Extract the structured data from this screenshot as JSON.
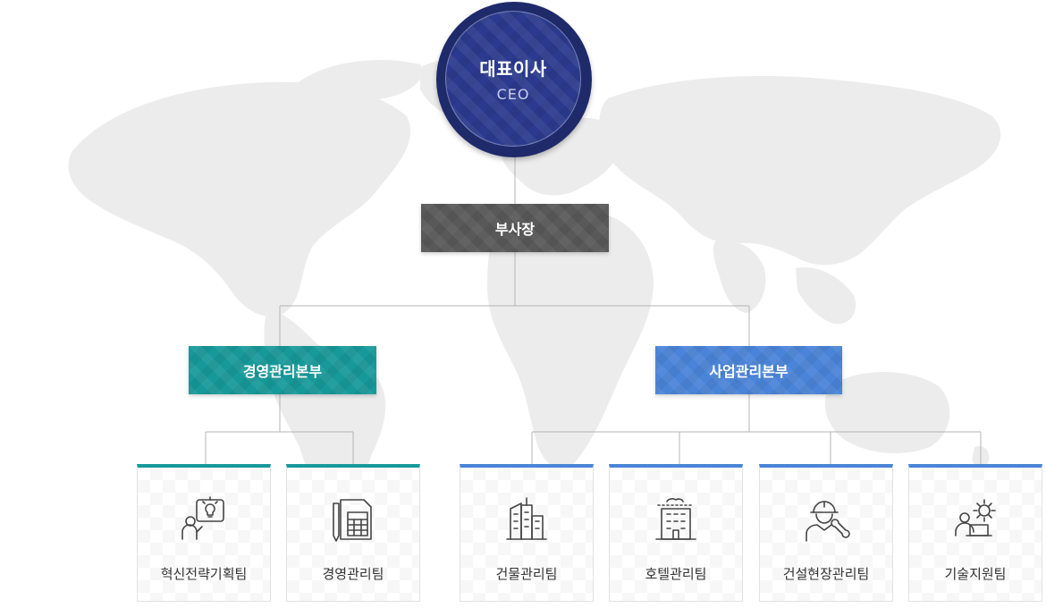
{
  "ceo": {
    "title": "대표이사",
    "subtitle": "CEO"
  },
  "vice_president": {
    "label": "부사장"
  },
  "divisions": [
    {
      "label": "경영관리본부",
      "color": "#17999a"
    },
    {
      "label": "사업관리본부",
      "color": "#4a84d8"
    }
  ],
  "teams": [
    {
      "label": "혁신전략기획팀",
      "icon": "strategy-idea-icon"
    },
    {
      "label": "경영관리팀",
      "icon": "document-calculator-icon"
    },
    {
      "label": "건물관리팀",
      "icon": "buildings-icon"
    },
    {
      "label": "호텔관리팀",
      "icon": "hotel-icon"
    },
    {
      "label": "건설현장관리팀",
      "icon": "construction-worker-icon"
    },
    {
      "label": "기술지원팀",
      "icon": "tech-support-gear-icon"
    }
  ],
  "colors": {
    "ceo": "#2b3a8e",
    "vice_president": "#595959",
    "management_division": "#17999a",
    "business_division": "#4a84d8",
    "connector": "#b5b5b5",
    "map": "#ececec"
  }
}
